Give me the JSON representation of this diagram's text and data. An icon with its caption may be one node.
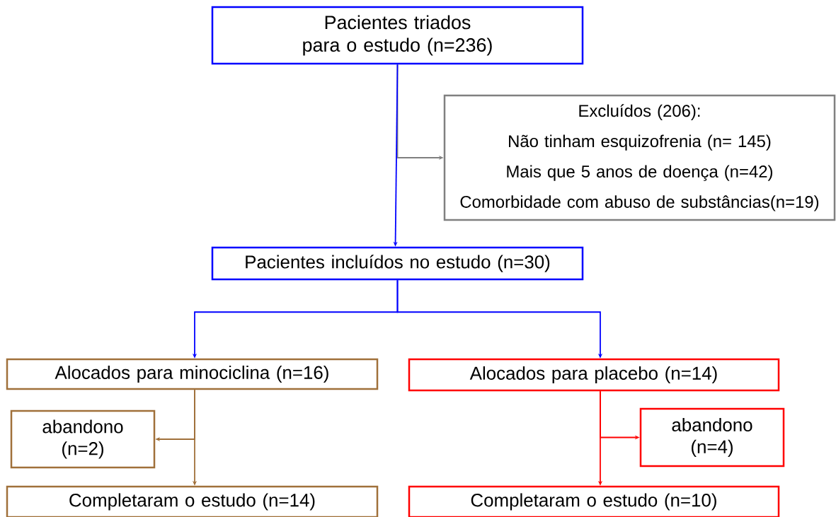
{
  "diagram": {
    "nodes": [
      {
        "text": [
          "Pacientes triados para o estudo (n=236)"
        ]
      },
      {
        "text": [
          "Excluídos (206):",
          "Não tinham esquizofrenia (n= 145)",
          "Mais que 5 anos de doença (n=42)",
          "Comorbidade com abuso de substâncias(n=19)"
        ]
      },
      {
        "text": [
          "Pacientes incluídos no estudo (n=30)"
        ]
      },
      {
        "text": [
          "Alocados para minociclina (n=16)"
        ]
      },
      {
        "text": [
          "Alocados para placebo (n=14)"
        ]
      },
      {
        "text": [
          "abandono (n=2)"
        ]
      },
      {
        "text": [
          "abandono (n=4)"
        ]
      },
      {
        "text": [
          "Completaram o estudo (n=14)"
        ]
      },
      {
        "text": [
          "Completaram o estudo (n=10)"
        ]
      }
    ],
    "edges": [
      {
        "from": 0,
        "to": 2,
        "arrow": "to",
        "color": "#0000ff"
      },
      {
        "from": 0,
        "to": 1,
        "arrow": "to",
        "color": "#808080"
      },
      {
        "from": 2,
        "to": 3,
        "arrow": "to",
        "color": "#0000ff"
      },
      {
        "from": 2,
        "to": 4,
        "arrow": "to",
        "color": "#0000ff"
      },
      {
        "from": 3,
        "to": 5,
        "arrow": "to",
        "color": "#a0703a"
      },
      {
        "from": 3,
        "to": 7,
        "arrow": "to",
        "color": "#a0703a"
      },
      {
        "from": 4,
        "to": 6,
        "arrow": "to",
        "color": "#ff0000"
      },
      {
        "from": 4,
        "to": 8,
        "arrow": "to",
        "color": "#ff0000"
      }
    ]
  }
}
